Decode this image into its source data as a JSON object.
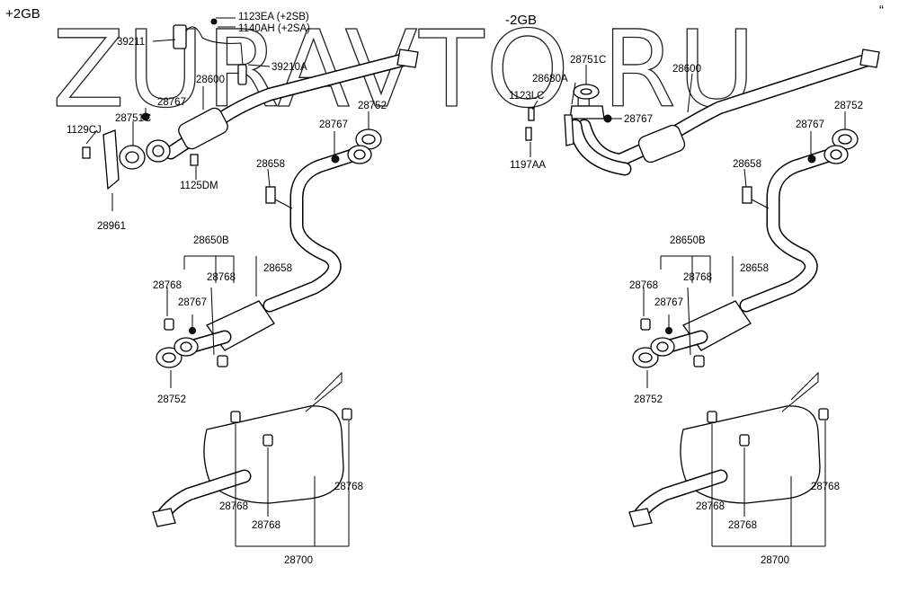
{
  "watermark": "ZURAVTO.RU",
  "corner_mark": "“",
  "left_panel": {
    "variant": "+2GB",
    "labels": {
      "bolt_1123EA": "1123EA (+2SB)",
      "bolt_1140AH": "1140AH (+2SA)",
      "sensor_bracket": "39211",
      "sensor": "39210A",
      "front_pipe": "28600",
      "nut_upper": "28767",
      "gasket_front": "28751C",
      "bolt_1129CJ": "1129CJ",
      "bolt_1125DM": "1125DM",
      "bracket": "28961",
      "nut_mid": "28767",
      "gasket_mid": "28752",
      "hanger": "28658",
      "center_muffler": "28650B",
      "rubber_a": "28768",
      "rubber_b": "28768",
      "hanger_b": "28658",
      "nut_low": "28767",
      "gasket_low": "28752",
      "rubber_c": "28768",
      "rubber_d": "28768",
      "rubber_e": "28768",
      "main_muffler": "28700"
    }
  },
  "right_panel": {
    "variant": "-2GB",
    "labels": {
      "gasket_front": "28751C",
      "stud": "28680A",
      "front_pipe": "28600",
      "bolt_1123LC": "1123LC",
      "nut_upper": "28767",
      "bolt_1197AA": "1197AA",
      "nut_mid": "28767",
      "gasket_mid": "28752",
      "hanger": "28658",
      "center_muffler": "28650B",
      "rubber_a": "28768",
      "rubber_b": "28768",
      "hanger_b": "28658",
      "nut_low": "28767",
      "gasket_low": "28752",
      "rubber_c": "28768",
      "rubber_d": "28768",
      "rubber_e": "28768",
      "main_muffler": "28700"
    }
  }
}
